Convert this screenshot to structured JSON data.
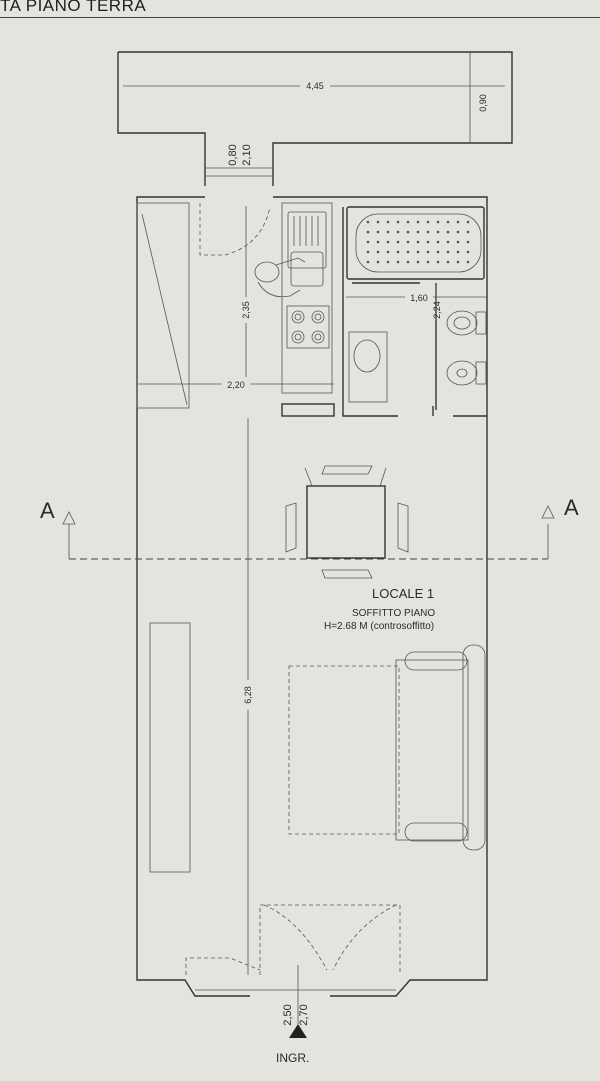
{
  "header": {
    "title": "TA PIANO TERRA"
  },
  "dimensions": {
    "top_width": "4,45",
    "top_depth": "0,90",
    "door_top_width": "0,80",
    "door_top_height": "2,10",
    "kitchen_depth": "2,35",
    "kitchen_width": "2,20",
    "bath_width": "1,60",
    "bath_depth": "2,24",
    "room_length": "6,28",
    "entry_width": "2,50",
    "entry_height": "2,70"
  },
  "room": {
    "name": "LOCALE 1",
    "ceiling": "SOFFITTO PIANO",
    "height": "H=2.68 M (controsoffitto)"
  },
  "section": {
    "left": "A",
    "right": "A"
  },
  "entrance": {
    "label": "INGR."
  }
}
